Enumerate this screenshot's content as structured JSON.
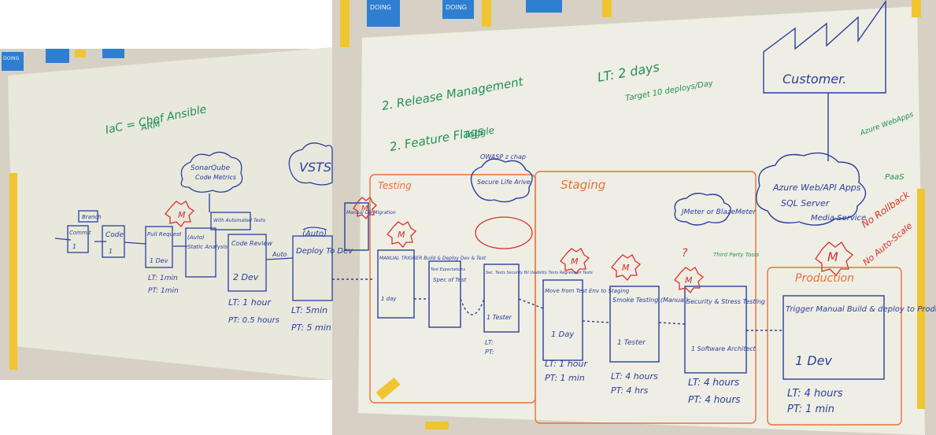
{
  "photo": {
    "colors": {
      "whiteboard_left": "#e9e8dc",
      "whiteboard_right": "#efeee4",
      "wall": "#d6d1c4",
      "tape": "#f0c531",
      "sticky_blue": "#2e7fd1",
      "marker_blue": "#2a3f9e",
      "marker_green": "#1f8f5a",
      "marker_red": "#d9302b",
      "marker_orange": "#e8703a"
    }
  },
  "top_notes": {
    "doing_1": "DOING",
    "doing_2": "DOING",
    "doing_left": "DOING"
  },
  "left_board": {
    "iac_note": "IaC = Chef Ansible",
    "arm_note": "ARM",
    "branch": "Branch",
    "commit": "Commit",
    "commit_count": "1",
    "code": "Code",
    "code_count": "1",
    "pull_request": "Pull Request",
    "pr_count": "1 Dev",
    "pr_lt": "LT: 1min",
    "pr_pt": "PT: 1min",
    "sonarqube": "SonarQube",
    "code_metrics": "Code Metrics",
    "static_analysis": "Static Analysis",
    "auto_label": "(Auto)",
    "with_automated_tests": "With Automated Tests",
    "code_review": "Code Review",
    "code_review_count": "2 Dev",
    "cr_lt": "LT: 1 hour",
    "cr_pt": "PT: 0.5 hours",
    "auto_arrow": "Auto",
    "vsts": "VSTS",
    "deploy_auto": "(Auto)",
    "deploy_to_dev": "Deploy To Dev",
    "dev_lt": "LT: 5min",
    "dev_pt": "PT: 5 min"
  },
  "right_board": {
    "release_mgmt": "2. Release Management",
    "feature_flags": "2. Feature Flags",
    "toggle": "Toggle",
    "lt_target": "LT: 2 days",
    "lt_target_note": "Target 10 deploys/Day",
    "customer": "Customer.",
    "owasp": "OWASP z chap",
    "testing_label": "Testing",
    "staging_label": "Staging",
    "production_label": "Production",
    "secure_life": "Secure Life Arive",
    "jmeter": "JMeter or BlazeMeter",
    "third_party": "Third Party Tools",
    "azure_apps": "Azure Web/API Apps",
    "sql_server": "SQL Server",
    "media_service": "Media Service",
    "azure_webapps": "Azure WebApps",
    "paas": "PaaS",
    "rollback": "No Rollback",
    "no_autoscale": "No Auto-Scale",
    "manual_db": "Manual DB Migration",
    "manual_trigger": "MANUAL TRIGGER Build & Deploy Dev & Test",
    "manual_count": "1 day",
    "spec_test": "Spec of Test",
    "spec_test_top": "Test Expectations",
    "security_test": "Sec. Tests Security Bil Usability Tests Regression Tests",
    "security_count": "1 Tester",
    "security_lt": "LT:",
    "security_pt": "PT:",
    "move_staging": "Move from Test Env to Staging",
    "move_count": "1 Day",
    "move_lt": "LT: 1 hour",
    "move_pt": "PT: 1 min",
    "smoke": "Smoke Testing (Manual)",
    "smoke_count": "1 Tester",
    "smoke_lt": "LT: 4 hours",
    "smoke_pt": "PT: 4 hrs",
    "security_stress": "Security & Stress Testing",
    "ss_count": "1 Software Architect",
    "ss_lt": "LT: 4 hours",
    "ss_pt": "PT: 4 hours",
    "prod_box": "Trigger Manual Build & deploy to Production",
    "prod_count": "1 Dev",
    "prod_lt": "LT: 4 hours",
    "prod_pt": "PT: 1 min",
    "question": "?"
  }
}
